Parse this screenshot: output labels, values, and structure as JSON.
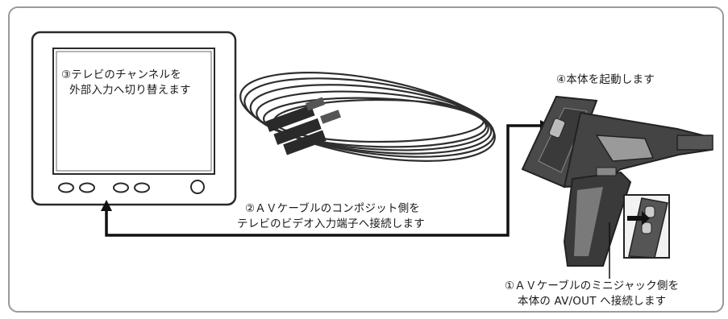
{
  "steps": {
    "tv_channel": {
      "line1": "③テレビのチャンネルを",
      "line2": "外部入力へ切り替えます"
    },
    "power_on": {
      "text": "④本体を起動します"
    },
    "av_cable_composite": {
      "line1": "②ＡＶケーブルのコンポジット側を",
      "line2": "テレビのビデオ入力端子へ接続します"
    },
    "av_cable_minijack": {
      "line1": "①ＡＶケーブルのミニジャック側を",
      "line2": "本体の AV/OUT へ接続します"
    }
  },
  "colors": {
    "arrow": "#111111",
    "frame_border": "#9a9a9a",
    "device_body": "#3a3a3a"
  }
}
